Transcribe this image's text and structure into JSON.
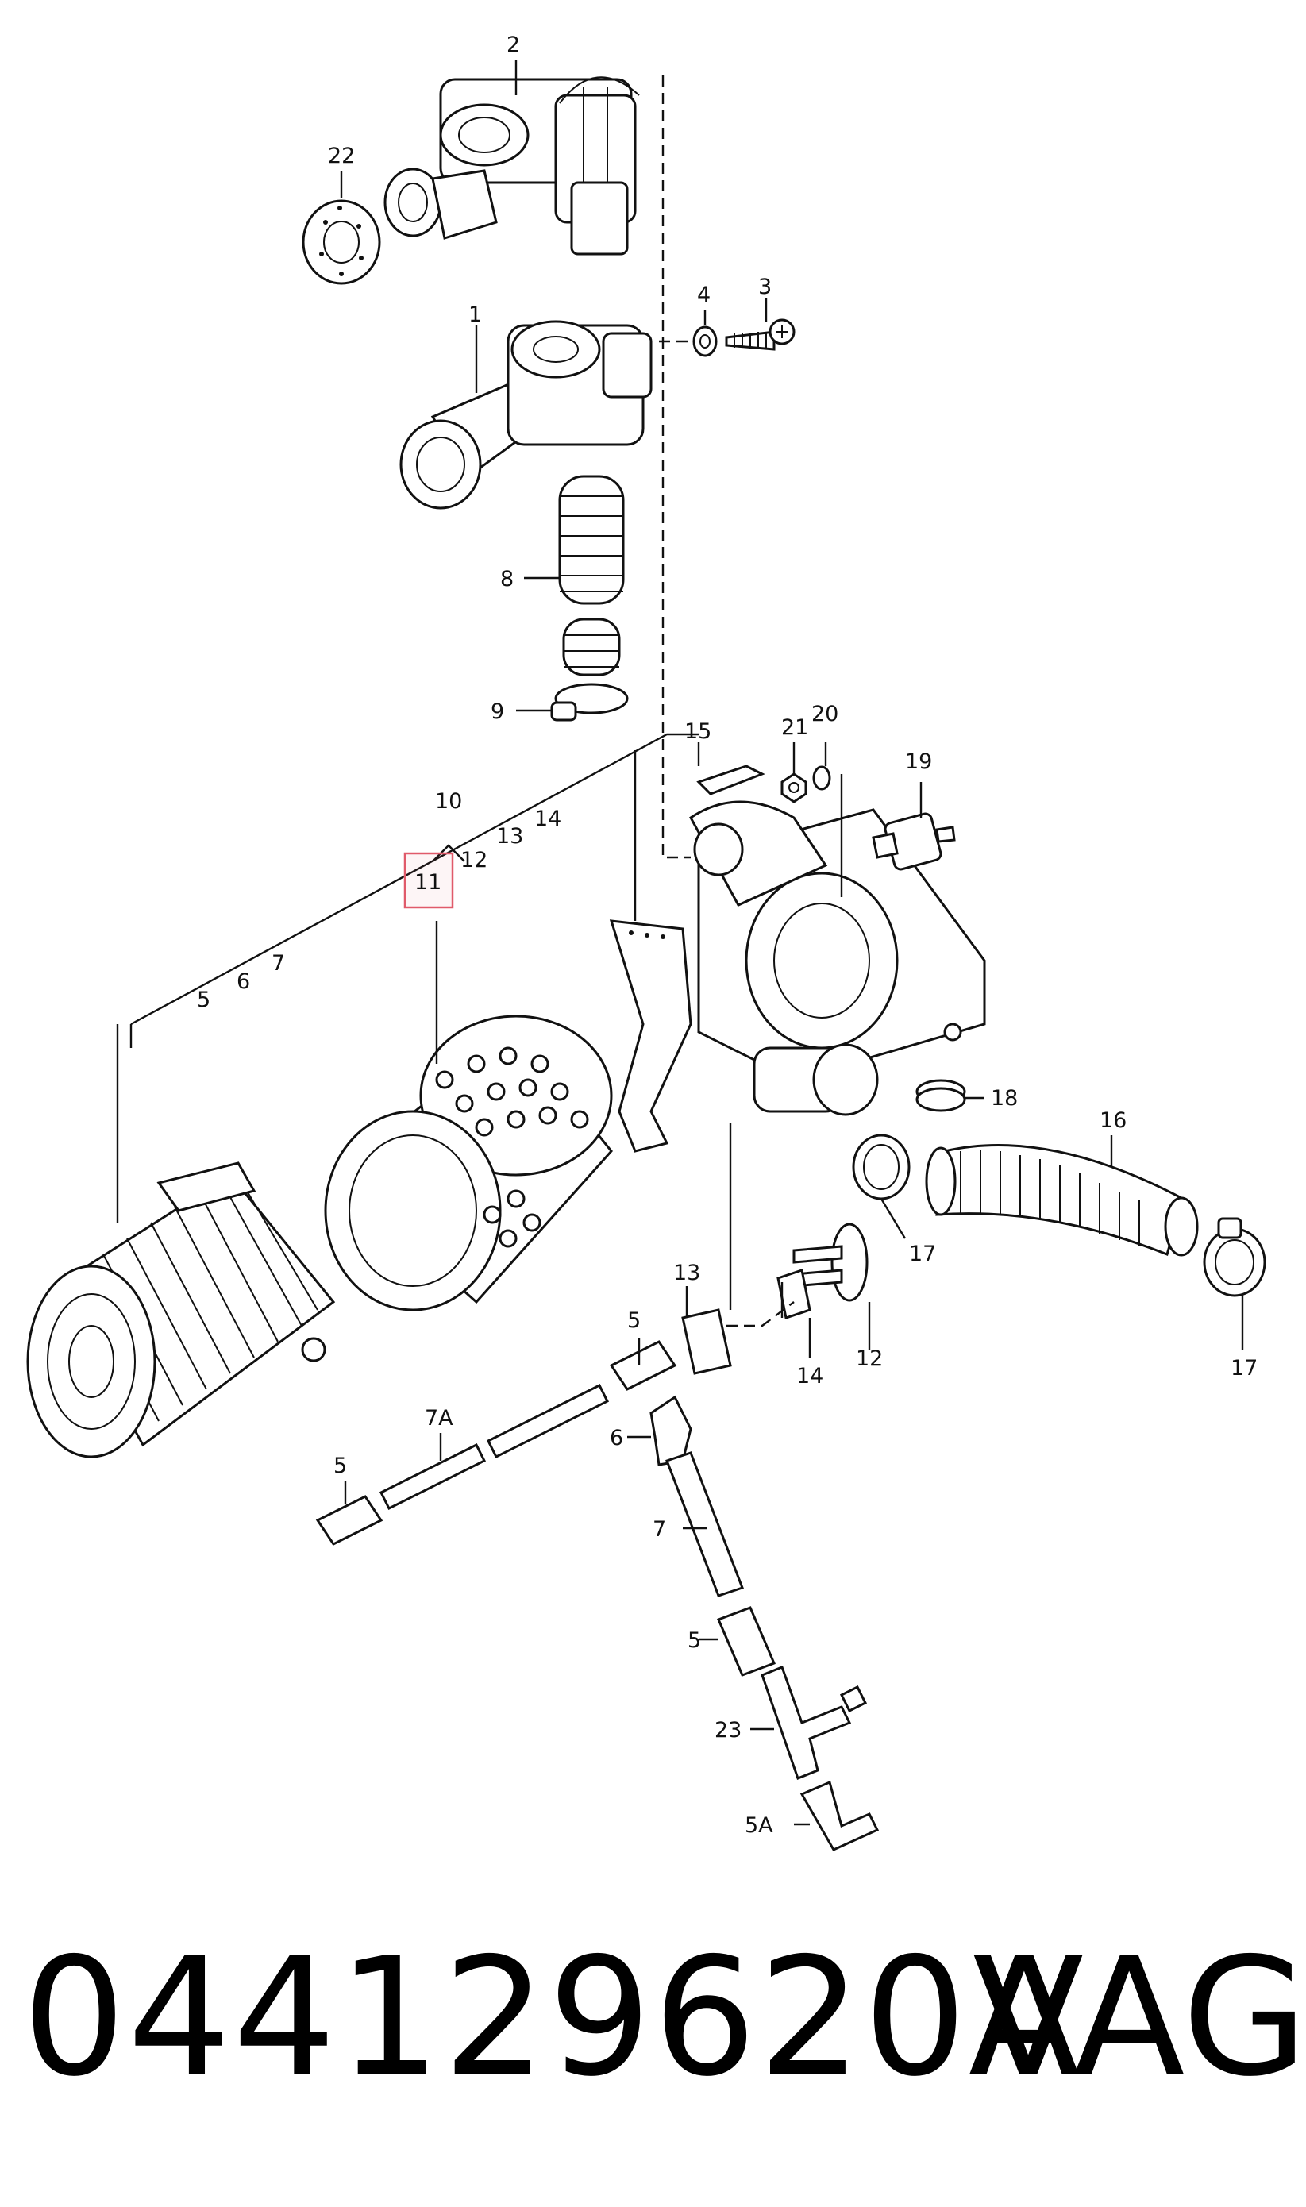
{
  "highlight_color": "#e05a6a",
  "highlighted_callout": "11",
  "callouts": {
    "c2": "2",
    "c22": "22",
    "c4": "4",
    "c3": "3",
    "c1": "1",
    "c8": "8",
    "c9": "9",
    "c15": "15",
    "c21": "21",
    "c20": "20",
    "c19": "19",
    "c10": "10",
    "c12a": "12",
    "c13a": "13",
    "c14a": "14",
    "c11": "11",
    "c5a": "5",
    "c6a": "6",
    "c7a": "7",
    "c18": "18",
    "c16": "16",
    "c17a": "17",
    "c17b": "17",
    "c13b": "13",
    "c14b": "14",
    "c12b": "12",
    "c5b": "5",
    "c6b": "6",
    "c7A": "7A",
    "c5c": "5",
    "c7b": "7",
    "c5d": "5",
    "c23": "23",
    "c5A": "5A"
  },
  "footer": {
    "part_number": "044129620A",
    "brand": "VAG"
  }
}
